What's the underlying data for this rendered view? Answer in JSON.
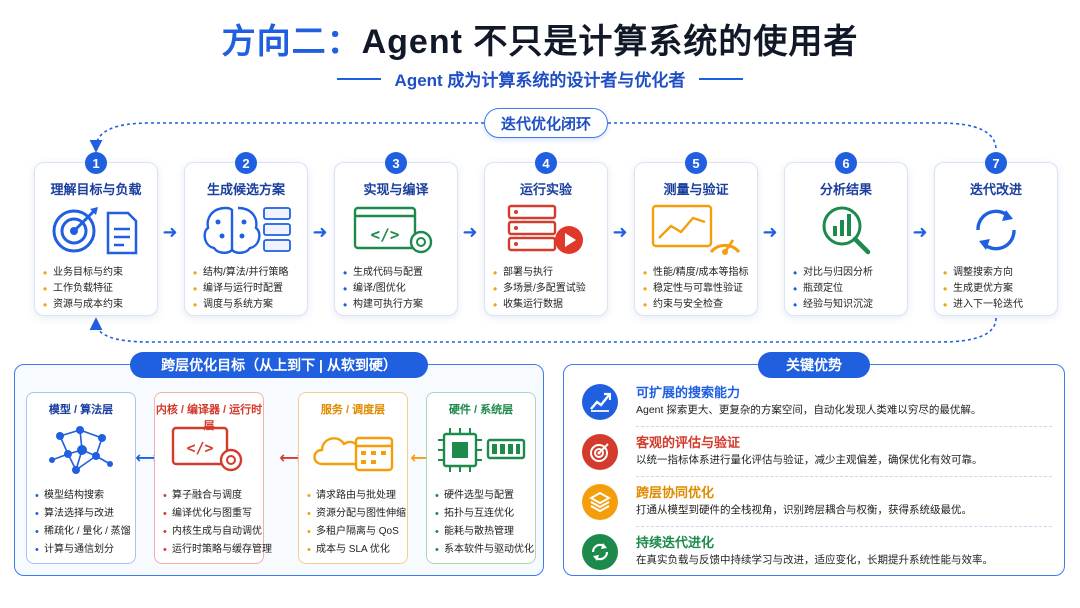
{
  "header": {
    "title_prefix": "方向二：",
    "title_main": "Agent 不只是计算系统的使用者",
    "subtitle": "Agent 成为计算系统的设计者与优化者",
    "loop_label": "迭代优化闭环"
  },
  "steps": [
    {
      "num": "1",
      "title": "理解目标与负载",
      "icon": "target-document-icon",
      "bullets": [
        "业务目标与约束",
        "工作负载特征",
        "资源与成本约束"
      ]
    },
    {
      "num": "2",
      "title": "生成候选方案",
      "icon": "brain-stack-icon",
      "bullets": [
        "结构/算法/并行策略",
        "编译与运行时配置",
        "调度与系统方案"
      ]
    },
    {
      "num": "3",
      "title": "实现与编译",
      "icon": "code-gear-icon",
      "bullets": [
        "生成代码与配置",
        "编译/图优化",
        "构建可执行方案"
      ]
    },
    {
      "num": "4",
      "title": "运行实验",
      "icon": "server-play-icon",
      "bullets": [
        "部署与执行",
        "多场景/多配置试验",
        "收集运行数据"
      ]
    },
    {
      "num": "5",
      "title": "测量与验证",
      "icon": "chart-gauge-icon",
      "bullets": [
        "性能/精度/成本等指标",
        "稳定性与可靠性验证",
        "约束与安全检查"
      ]
    },
    {
      "num": "6",
      "title": "分析结果",
      "icon": "magnifier-chart-icon",
      "bullets": [
        "对比与归因分析",
        "瓶颈定位",
        "经验与知识沉淀"
      ]
    },
    {
      "num": "7",
      "title": "迭代改进",
      "icon": "refresh-icon",
      "bullets": [
        "调整搜索方向",
        "生成更优方案",
        "进入下一轮迭代"
      ]
    }
  ],
  "layers_panel": {
    "title": "跨层优化目标（从上到下 | 从软到硬）",
    "layers": [
      {
        "title": "模型 / 算法层",
        "icon": "network-icon",
        "bullets": [
          "模型结构搜索",
          "算法选择与改进",
          "稀疏化 / 量化 / 蒸馏",
          "计算与通信划分"
        ]
      },
      {
        "title": "内核 / 编译器 / 运行时层",
        "icon": "code-gear-icon",
        "bullets": [
          "算子融合与调度",
          "编译优化与图重写",
          "内核生成与自动调优",
          "运行时策略与缓存管理"
        ]
      },
      {
        "title": "服务 / 调度层",
        "icon": "cloud-calendar-icon",
        "bullets": [
          "请求路由与批处理",
          "资源分配与图性伸缩",
          "多租户隔离与 QoS",
          "成本与 SLA 优化"
        ]
      },
      {
        "title": "硬件 / 系统层",
        "icon": "chip-memory-icon",
        "bullets": [
          "硬件选型与配置",
          "拓扑与互连优化",
          "能耗与散热管理",
          "系本软件与驱动优化"
        ]
      }
    ]
  },
  "advantages_panel": {
    "title": "关键优势",
    "items": [
      {
        "title": "可扩展的搜索能力",
        "desc": "Agent 探索更大、更复杂的方案空间，自动化发现人类难以穷尽的最优解。",
        "icon": "chart-up-icon",
        "color": "#1f5fe0"
      },
      {
        "title": "客观的评估与验证",
        "desc": "以统一指标体系进行量化评估与验证，减少主观偏差，确保优化有效可靠。",
        "icon": "target-icon",
        "color": "#d33b2c"
      },
      {
        "title": "跨层协同优化",
        "desc": "打通从模型到硬件的全栈视角，识别跨层耦合与权衡，获得系统级最优。",
        "icon": "layers-icon",
        "color": "#f59e0b"
      },
      {
        "title": "持续迭代进化",
        "desc": "在真实负载与反馈中持续学习与改进，适应变化，长期提升系统性能与效率。",
        "icon": "refresh-icon",
        "color": "#1c8a4b"
      }
    ]
  },
  "colors": {
    "primary": "#1f5fe0",
    "red": "#d33b2c",
    "orange": "#f59e0b",
    "green": "#1c8a4b"
  }
}
